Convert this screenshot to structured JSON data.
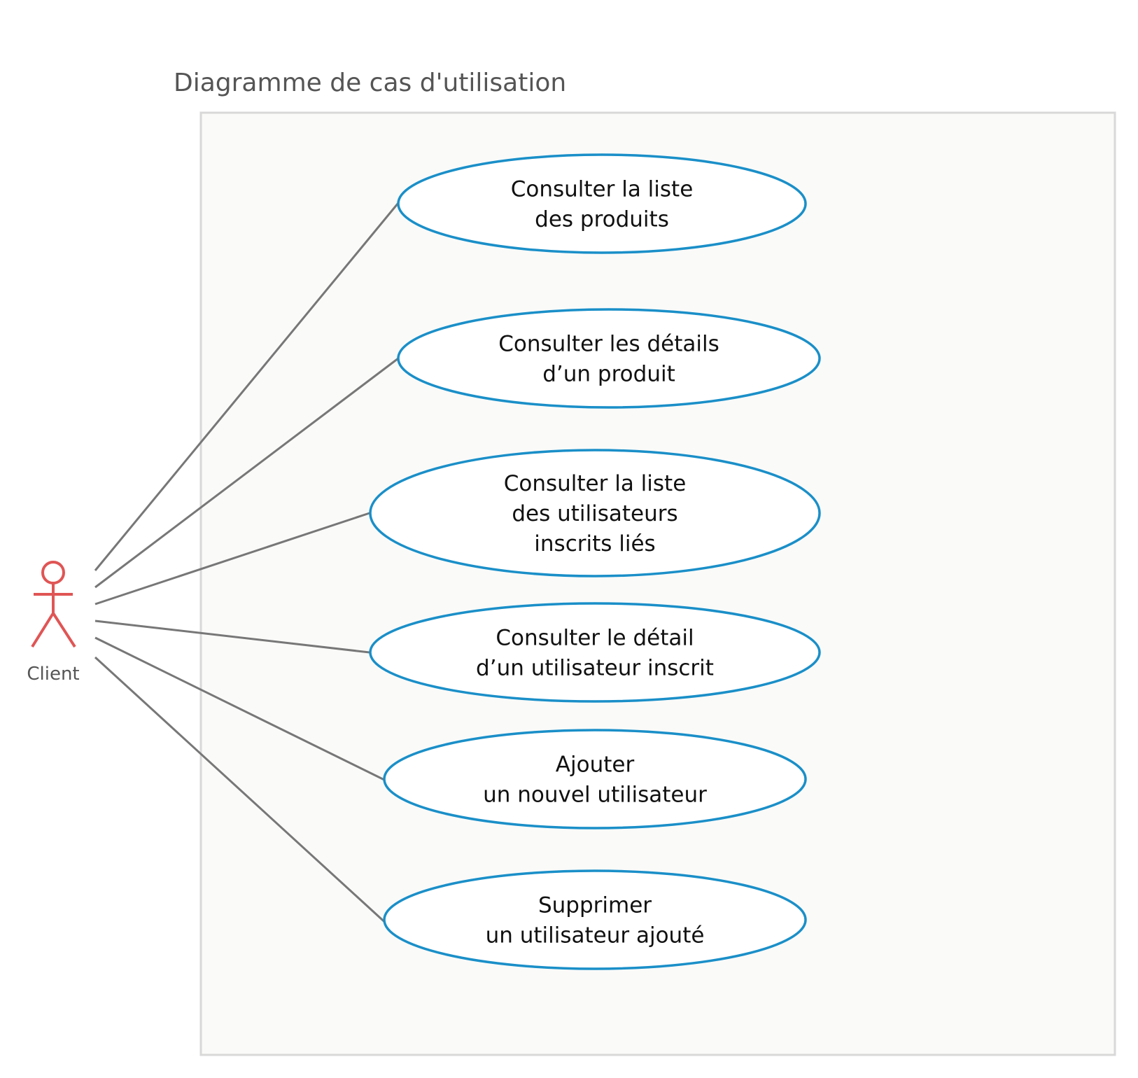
{
  "title": "Diagramme de cas d'utilisation",
  "actor": {
    "name": "Client",
    "icon": "stick-figure-icon",
    "color": "#e05555"
  },
  "colors": {
    "usecase_border": "#1a8fc8",
    "association_line": "#777777",
    "system_border": "#d8d8d8",
    "system_fill": "#fafaf9"
  },
  "use_cases": [
    {
      "lines": [
        "Consulter la liste",
        "des produits"
      ]
    },
    {
      "lines": [
        "Consulter les détails",
        "d’un produit"
      ]
    },
    {
      "lines": [
        "Consulter la liste",
        "des utilisateurs",
        "inscrits liés"
      ]
    },
    {
      "lines": [
        "Consulter le détail",
        "d’un utilisateur inscrit"
      ]
    },
    {
      "lines": [
        "Ajouter",
        "un nouvel utilisateur"
      ]
    },
    {
      "lines": [
        "Supprimer",
        "un utilisateur ajouté"
      ]
    }
  ]
}
